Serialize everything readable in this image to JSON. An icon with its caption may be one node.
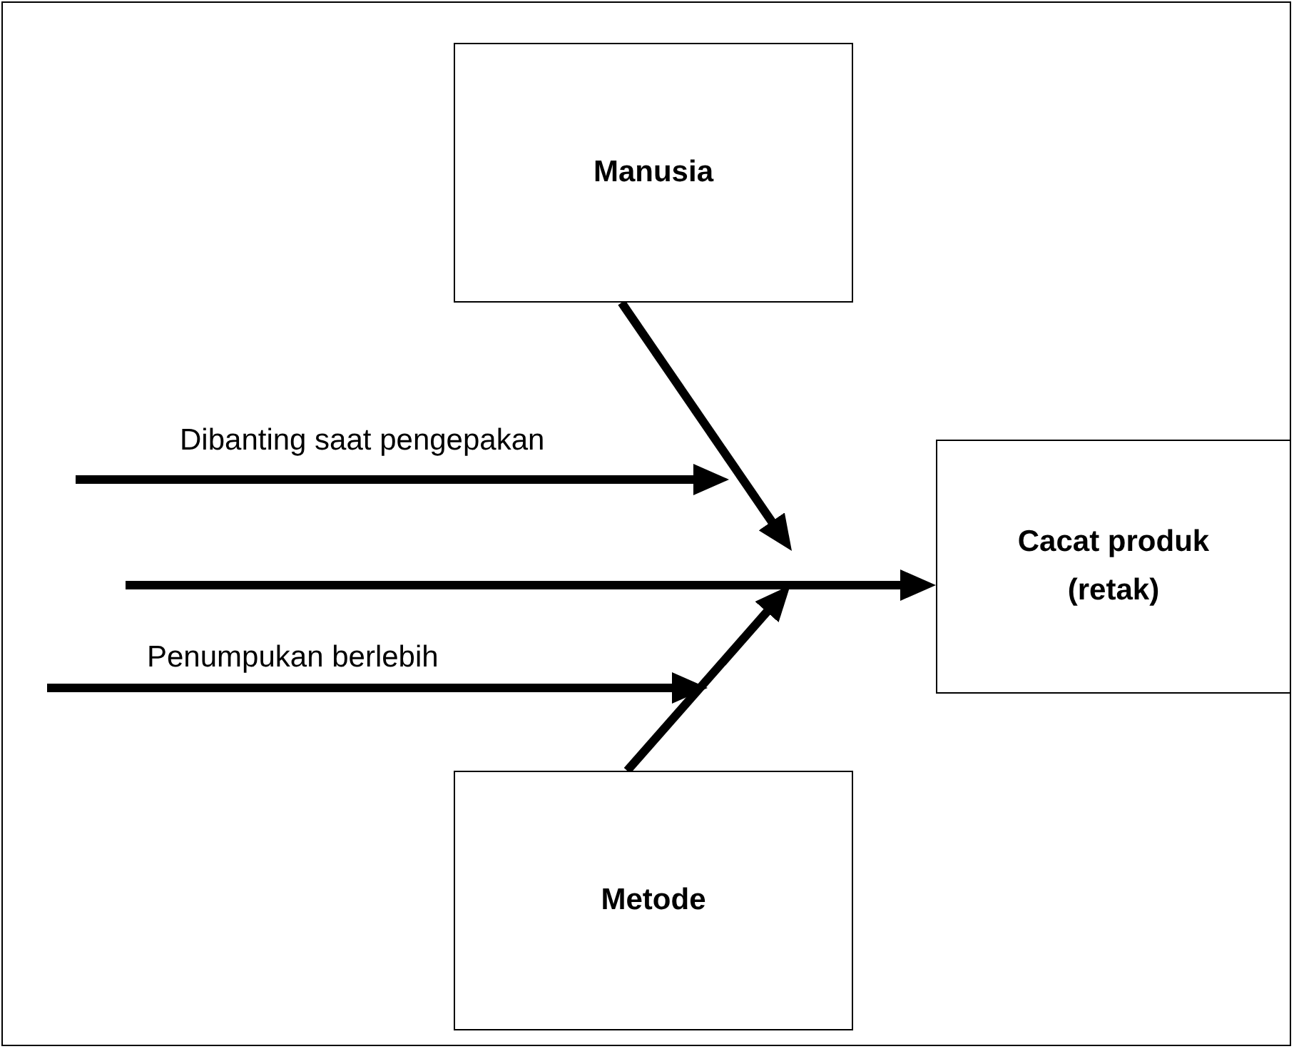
{
  "diagram": {
    "nodes": [
      {
        "text": [
          "Manusia"
        ]
      },
      {
        "text": [
          "Metode"
        ]
      },
      {
        "text": [
          "Cacat produk (retak)"
        ]
      }
    ],
    "edges": [
      {
        "from": null,
        "to": 2,
        "arrow": "to"
      },
      {
        "from": 0,
        "to": null,
        "arrow": "to"
      },
      {
        "from": 1,
        "to": null,
        "arrow": "to"
      }
    ],
    "labels": [
      "Dibanting saat pengepakan",
      "Penumpukan berlebih"
    ]
  }
}
